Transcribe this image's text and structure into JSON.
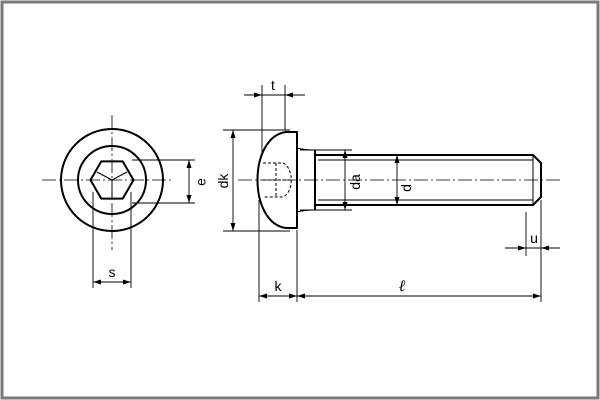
{
  "dimensions": {
    "t": "t",
    "e": "e",
    "s": "s",
    "dk": "dk",
    "da": "da",
    "d": "d",
    "u": "u",
    "k": "k",
    "l": "ℓ"
  }
}
